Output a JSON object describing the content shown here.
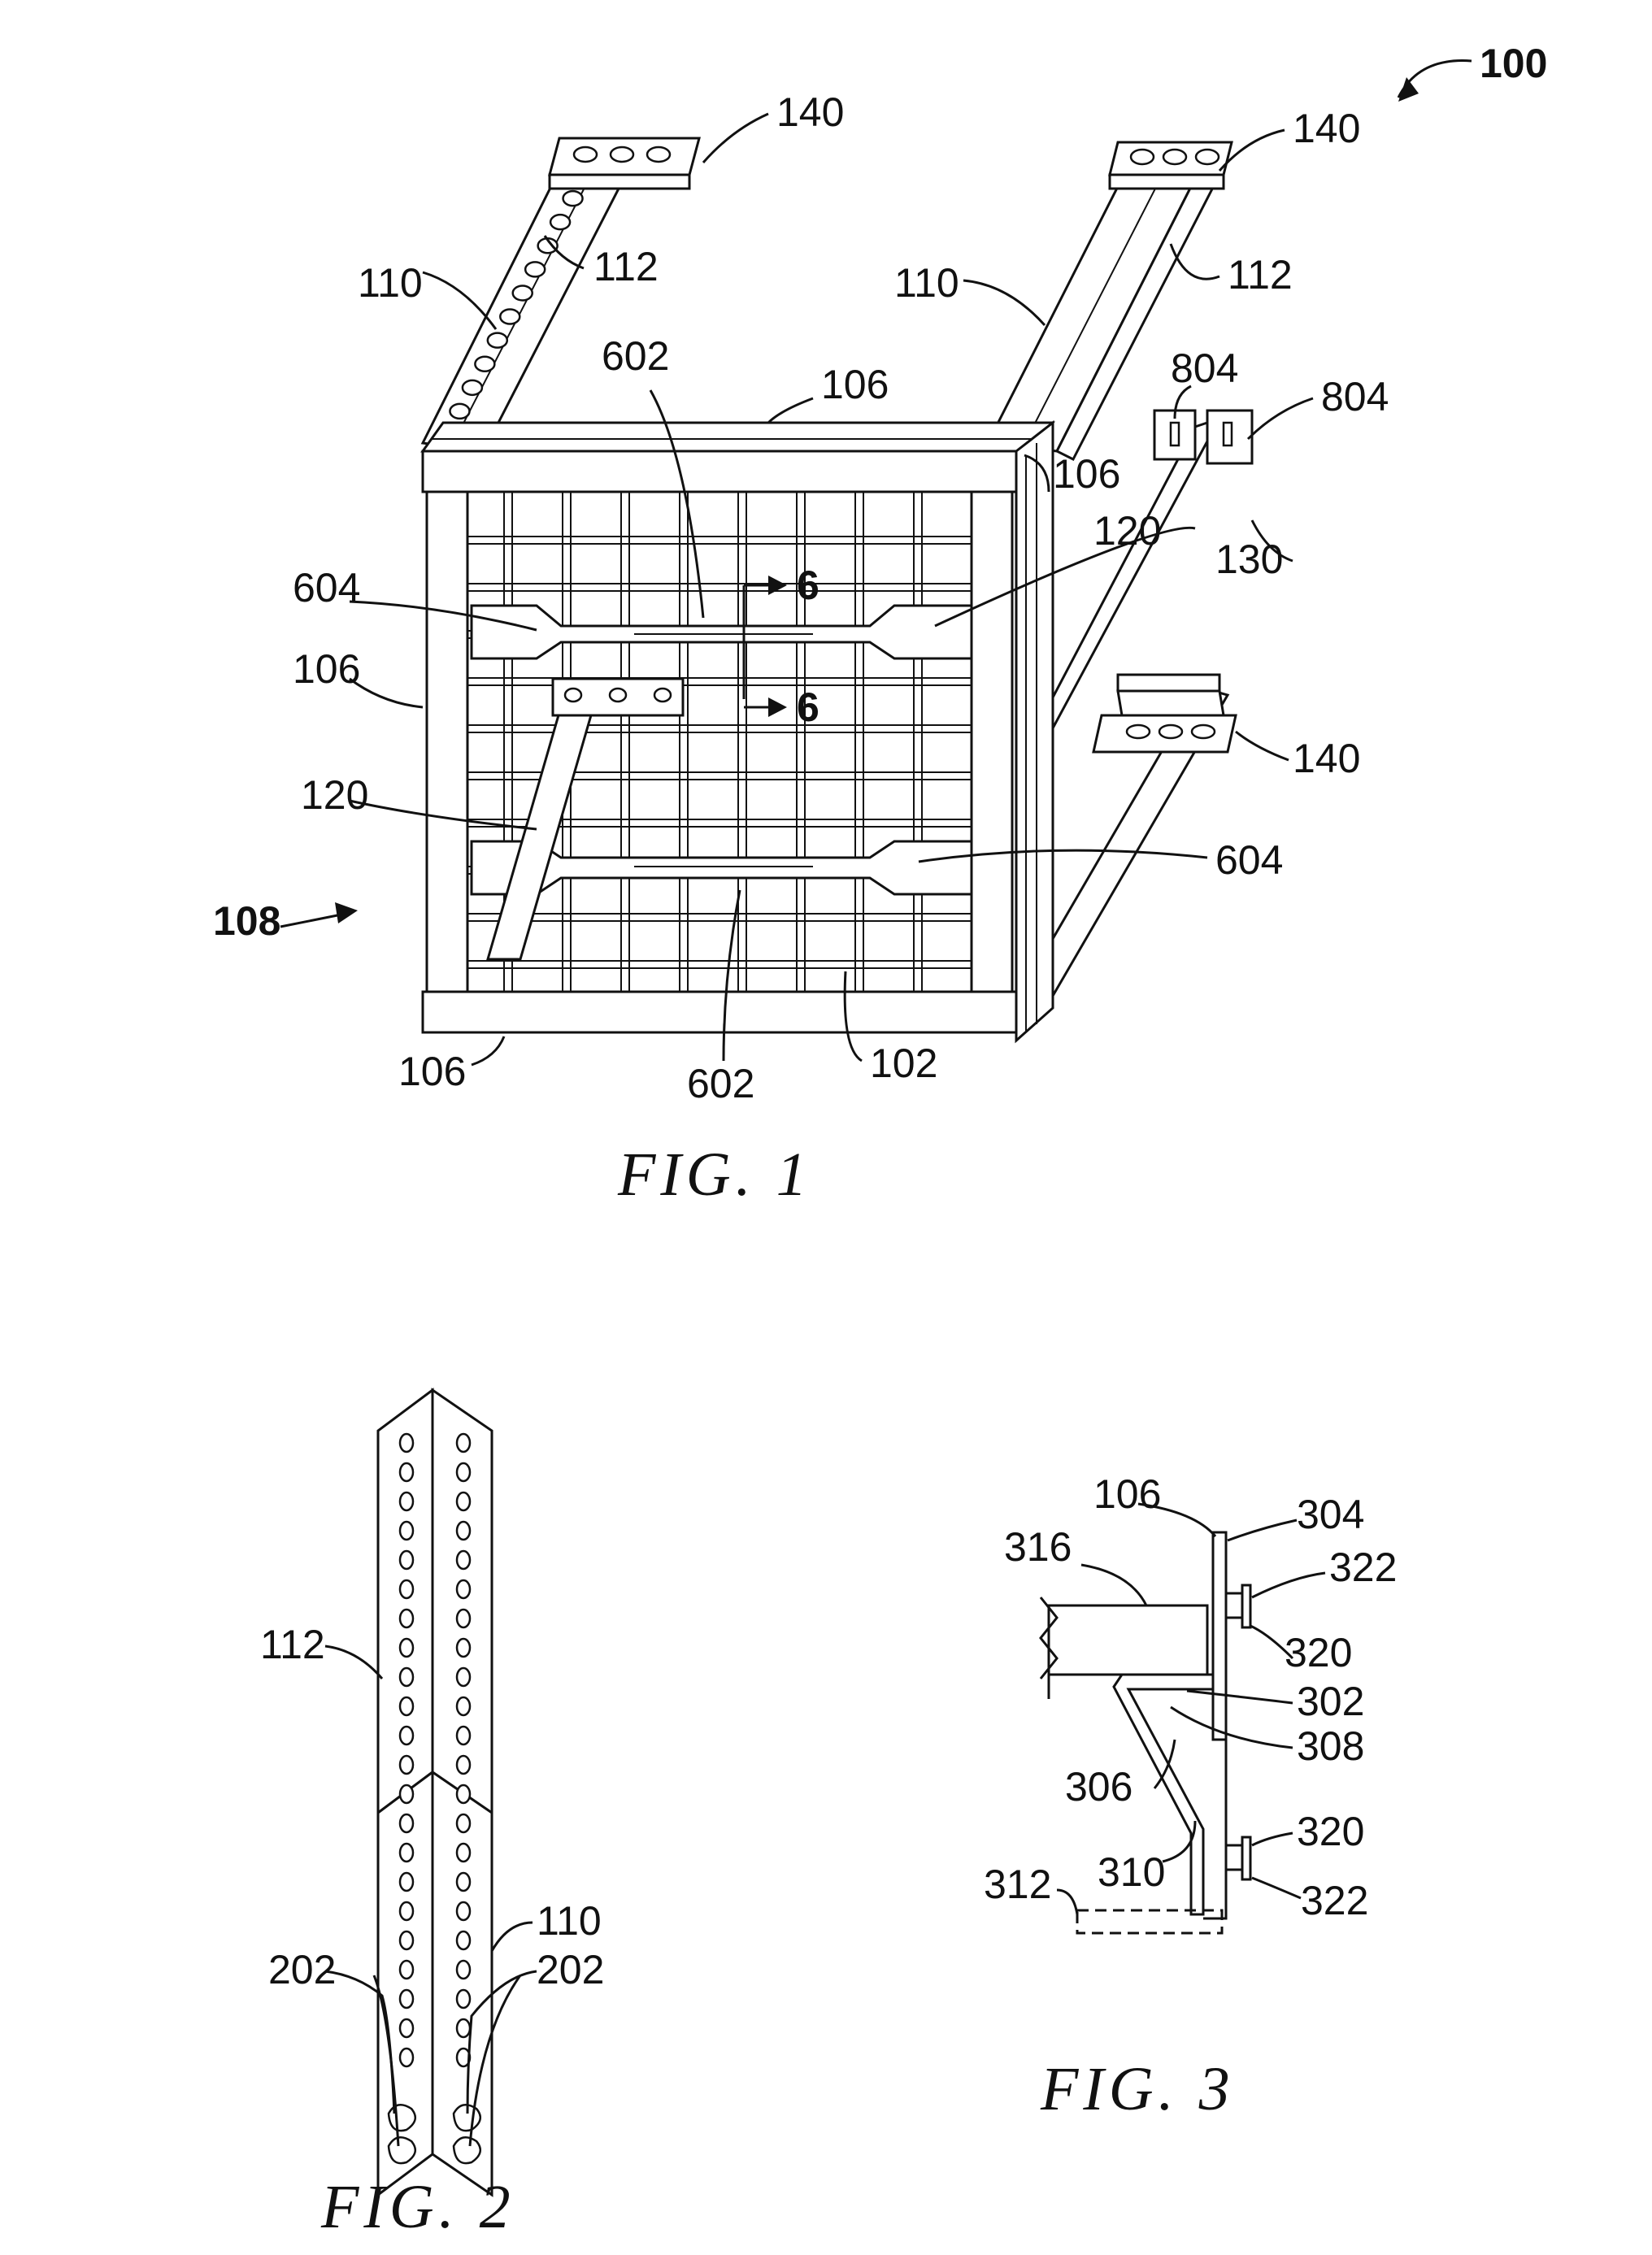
{
  "figures": [
    {
      "caption": "FIG. 1",
      "labels": {
        "ref_100": "100",
        "ref_140_left": "140",
        "ref_140_right": "140",
        "ref_140_lower": "140",
        "ref_110_left": "110",
        "ref_110_right": "110",
        "ref_112_left": "112",
        "ref_112_right": "112",
        "ref_106_top": "106",
        "ref_106_right": "106",
        "ref_106_left": "106",
        "ref_106_bottom": "106",
        "ref_602_top": "602",
        "ref_602_bottom": "602",
        "ref_604_left": "604",
        "ref_604_right": "604",
        "ref_120_upper": "120",
        "ref_120_lower": "120",
        "ref_804_left": "804",
        "ref_804_right": "804",
        "ref_130": "130",
        "ref_108": "108",
        "ref_102": "102",
        "section_6_top": "6",
        "section_6_bottom": "6"
      }
    },
    {
      "caption": "FIG. 2",
      "labels": {
        "ref_112": "112",
        "ref_110": "110",
        "ref_202_left": "202",
        "ref_202_right": "202"
      }
    },
    {
      "caption": "FIG. 3",
      "labels": {
        "ref_106": "106",
        "ref_304": "304",
        "ref_316": "316",
        "ref_322_top": "322",
        "ref_320_top": "320",
        "ref_302": "302",
        "ref_308": "308",
        "ref_306": "306",
        "ref_320_bottom": "320",
        "ref_312": "312",
        "ref_310": "310",
        "ref_322_bottom": "322"
      }
    }
  ]
}
